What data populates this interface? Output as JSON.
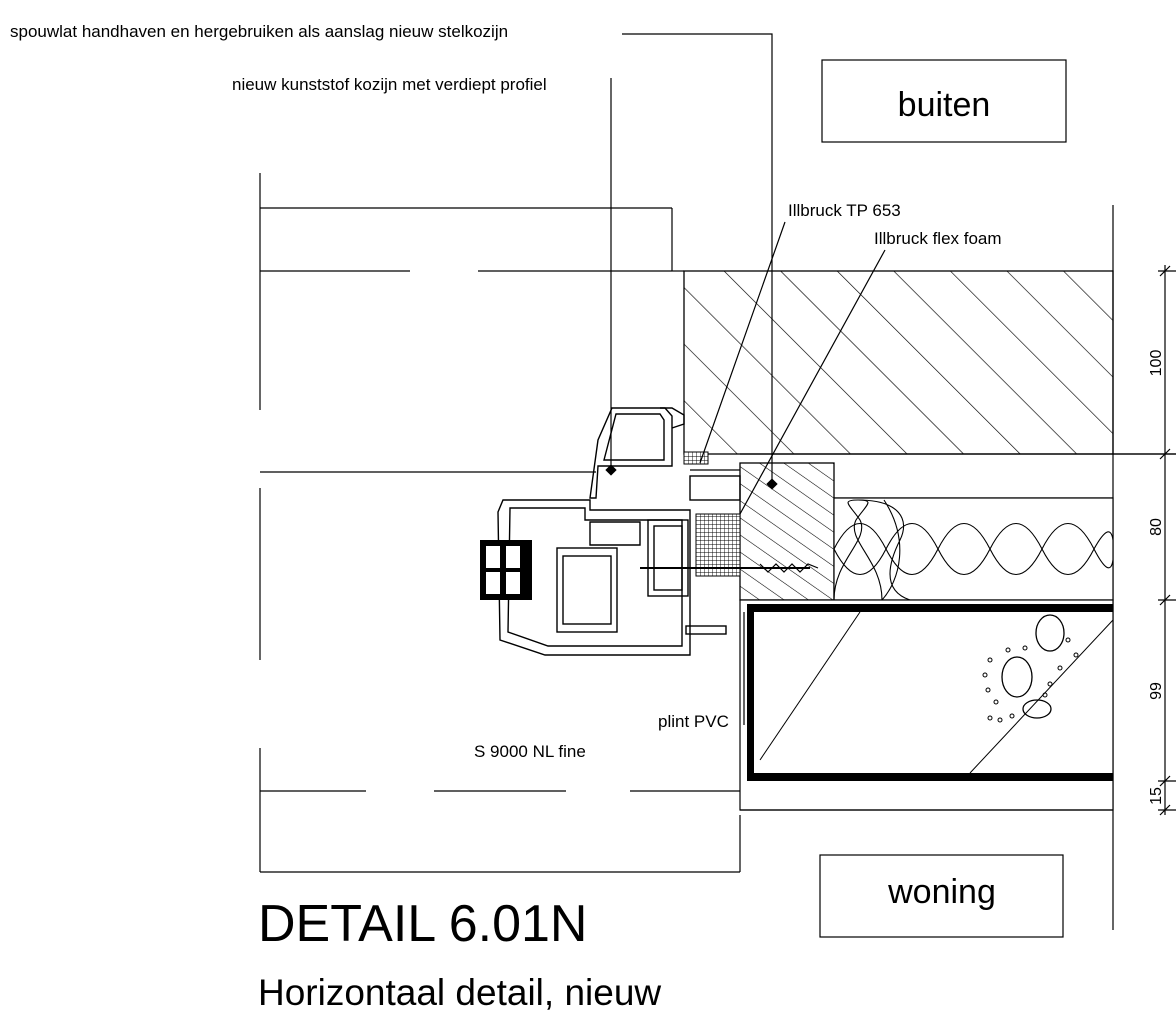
{
  "labels": {
    "spouwlat": "spouwlat handhaven en hergebruiken als aanslag nieuw stelkozijn",
    "kozijn": "nieuw kunststof kozijn met verdiept profiel",
    "tp653": "Illbruck TP 653",
    "flexfoam": "Illbruck flex foam",
    "plint": "plint PVC",
    "profile": "S 9000 NL fine"
  },
  "zones": {
    "outside": "buiten",
    "inside": "woning"
  },
  "dimensions": [
    "100",
    "80",
    "99",
    "15"
  ],
  "title": "DETAIL 6.01N",
  "subtitle": "Horizontaal detail, nieuw"
}
